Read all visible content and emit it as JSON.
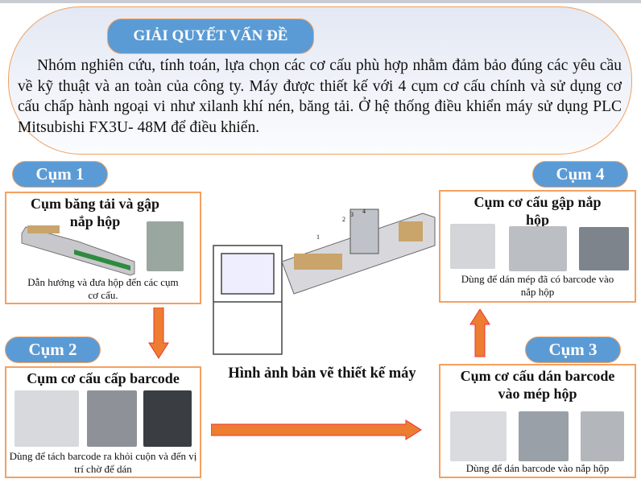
{
  "header": {
    "title": "GIẢI QUYẾT VẤN ĐỀ",
    "paragraph": "Nhóm nghiên cứu, tính toán, lựa chọn các cơ cấu phù hợp nhằm đảm bảo đúng các yêu cầu về kỹ thuật và an toàn của công ty. Máy được thiết kế với 4 cụm cơ cấu chính và sử dụng cơ cấu chấp hành ngoại vi như xilanh khí nén, băng tải. Ở hệ thống điều khiển máy sử dụng PLC Mitsubishi FX3U- 48M để điều khiển."
  },
  "clusters": [
    {
      "label": "Cụm 1",
      "heading": "Cụm băng tải và gập nắp hộp",
      "caption": "Dẫn hướng và đưa hộp đến các cụm cơ cấu."
    },
    {
      "label": "Cụm 2",
      "heading": "Cụm cơ cấu cấp barcode",
      "caption": "Dùng để tách barcode ra khỏi cuộn và đến vị trí chờ để dán"
    },
    {
      "label": "Cụm 3",
      "heading": "Cụm cơ cấu dán barcode vào mép hộp",
      "caption": "Dùng để dán barcode vào nắp hộp"
    },
    {
      "label": "Cụm 4",
      "heading": "Cụm cơ cấu gập nắp hộp",
      "caption": "Dùng để dán mép đã có barcode vào nắp hộp"
    }
  ],
  "center": {
    "caption": "Hình ảnh bản vẽ thiết kế máy",
    "part_numbers": [
      "1",
      "2",
      "3",
      "4"
    ]
  },
  "colors": {
    "pill": "#5b9bd5",
    "border": "#f4a060",
    "arrow": "#ed7d31"
  }
}
